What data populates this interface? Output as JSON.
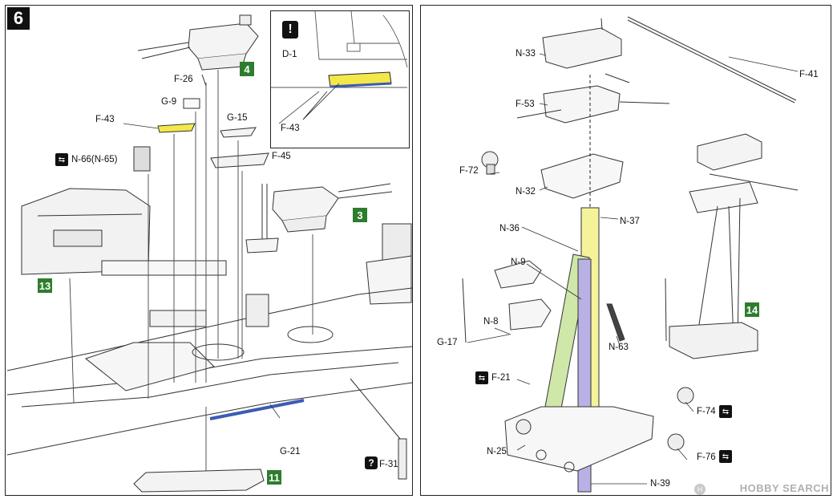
{
  "step": {
    "number": "6"
  },
  "left_panel": {
    "badges": {
      "b4": "4",
      "b3": "3",
      "b13": "13",
      "b11": "11"
    },
    "labels": {
      "f26": "F-26",
      "g9": "G-9",
      "f43": "F-43",
      "g15": "G-15",
      "f45": "F-45",
      "n66": "N-66(N-65)",
      "g21": "G-21",
      "f31": "F-31"
    },
    "inset": {
      "part_ref": "D-1",
      "label_f43": "F-43",
      "warn_symbol": "!"
    },
    "icons": {
      "n66_icon": "swap-icon",
      "f31_icon": "question-icon"
    },
    "f31_symbol": "?"
  },
  "right_panel": {
    "badges": {
      "b14": "14"
    },
    "labels": {
      "n33": "N-33",
      "f41": "F-41",
      "f53": "F-53",
      "f72": "F-72",
      "n32": "N-32",
      "n36": "N-36",
      "n37": "N-37",
      "n9": "N-9",
      "n8": "N-8",
      "g17": "G-17",
      "n63": "N-63",
      "f21": "F-21",
      "f74": "F-74",
      "f76": "F-76",
      "n25": "N-25",
      "n39": "N-39"
    },
    "icon_symbol": "⇆"
  },
  "watermark": {
    "text": "HOBBY SEARCH",
    "logo_letter": "H"
  },
  "colors": {
    "highlight_yellow": "#f2e84a",
    "highlight_blue": "#3b5bb5",
    "highlight_green": "#cfe7a8",
    "highlight_purple": "#b9b0e6",
    "highlight_lightyellow": "#f4f39a",
    "badge_green": "#2d7d2d"
  }
}
